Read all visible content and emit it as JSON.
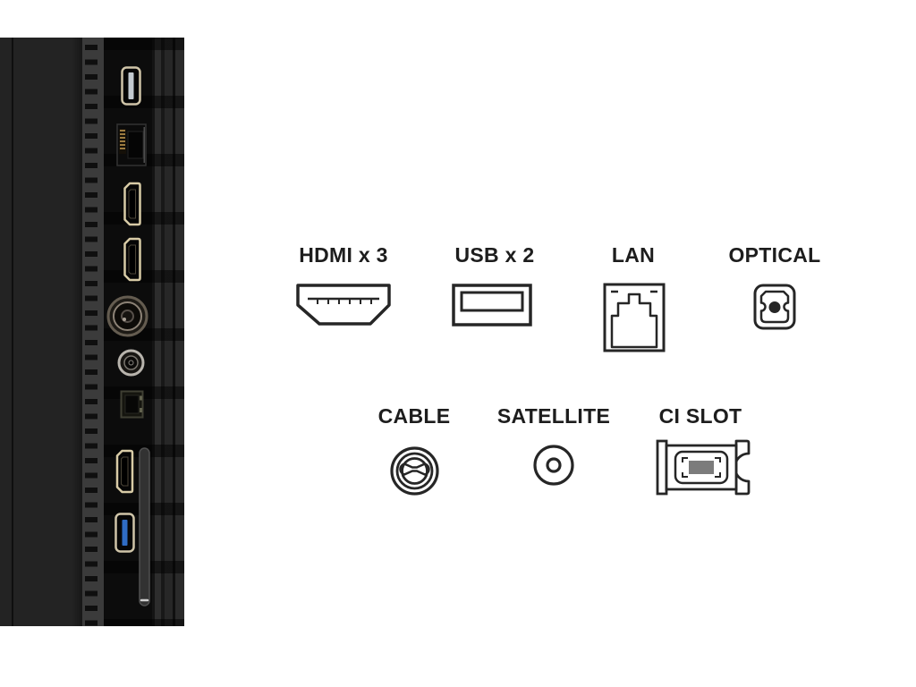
{
  "background_color": "#ffffff",
  "colors": {
    "label_text": "#1d1d1d",
    "icon_stroke": "#262626",
    "hdmi_port_gold": "#d8cba6",
    "usb3_port_blue": "#2f6cc4",
    "panel_black": "#0c0c0c"
  },
  "legend": {
    "top_row": [
      {
        "label": "HDMI x 3",
        "icon": "hdmi-connector-icon"
      },
      {
        "label": "USB x 2",
        "icon": "usb-connector-icon"
      },
      {
        "label": "LAN",
        "icon": "lan-rj45-icon"
      },
      {
        "label": "OPTICAL",
        "icon": "optical-toslink-icon"
      }
    ],
    "bottom_row": [
      {
        "label": "CABLE",
        "icon": "cable-coax-icon"
      },
      {
        "label": "SATELLITE",
        "icon": "satellite-fconnector-icon"
      },
      {
        "label": "CI SLOT",
        "icon": "ci-module-icon"
      }
    ]
  },
  "photo": {
    "subject": "tv-side-panel-ports",
    "ports": [
      {
        "icon": "usb-port-photo"
      },
      {
        "icon": "lan-port-photo"
      },
      {
        "icon": "hdmi-port-photo-1"
      },
      {
        "icon": "hdmi-port-photo-2"
      },
      {
        "icon": "cable-coax-port-photo"
      },
      {
        "icon": "satellite-port-photo"
      },
      {
        "icon": "optical-port-photo"
      },
      {
        "icon": "hdmi-port-photo-3"
      },
      {
        "icon": "usb3-port-photo"
      },
      {
        "icon": "ci-slot-photo"
      }
    ]
  }
}
